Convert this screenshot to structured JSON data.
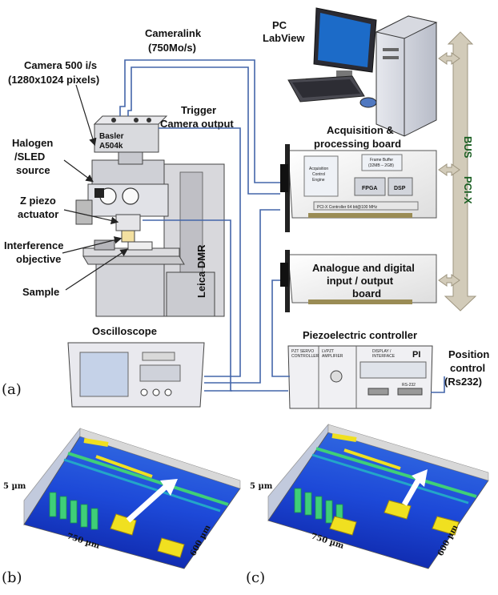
{
  "panel_a": {
    "letter": "(a)",
    "labels": {
      "cameralink": "Cameralink",
      "cameralink_rate": "(750Mo/s)",
      "pc": "PC",
      "labview": "LabView",
      "camera": "Camera 500 i/s",
      "camera_res": "(1280x1024 pixels)",
      "trigger": "Trigger",
      "camera_output": "Camera output",
      "halogen": "Halogen",
      "sled_source": "/SLED",
      "source": "source",
      "z_piezo": "Z piezo",
      "actuator": "actuator",
      "interference": "Interference",
      "objective": "objective",
      "sample": "Sample",
      "basler": "Basler",
      "basler_model": "A504k",
      "leica": "Leica DMR",
      "acq_title_1": "Acquisition &",
      "acq_title_2": "processing board",
      "bus": "BUS",
      "pcix": "PCI-X",
      "analogue_1": "Analogue and digital",
      "analogue_2": "input / output",
      "analogue_3": "board",
      "oscilloscope": "Oscilloscope",
      "piezo_controller": "Piezoelectric controller",
      "position_1": "Position",
      "position_2": "control",
      "position_3": "(Rs232)"
    },
    "board_labels": {
      "frame_buffer": "Frame Buffer",
      "frame_buffer_size": "(32MB – 2GB)",
      "acq_engine_1": "Acquisition",
      "acq_engine_2": "Control",
      "acq_engine_3": "Engine",
      "fpga": "FPGA",
      "dsp": "DSP",
      "pcix_controller": "PCI-X   Controller   64 bit@100 MHz"
    },
    "controller_labels": {
      "pzt_servo": "PZT SERVO",
      "controller": "CONTROLLER",
      "lvpzt": "LVPZT",
      "amplifier": "AMPLIFIER",
      "display": "DISPLAY /",
      "interface": "INTERFACE",
      "brand": "PI",
      "rs232": "RS-232"
    }
  },
  "panel_b": {
    "letter": "(b)",
    "z_label": "5 µm",
    "x_label": "750 µm",
    "y_label": "600 µm"
  },
  "panel_c": {
    "letter": "(c)",
    "z_label": "5 µm",
    "x_label": "750 µm",
    "y_label": "600 µm"
  },
  "colors": {
    "wire": "#4466aa",
    "bus": "#cfc8b6",
    "surface_blue": "#1030c8",
    "surface_green": "#3fcf78",
    "surface_yellow": "#f0e020"
  }
}
